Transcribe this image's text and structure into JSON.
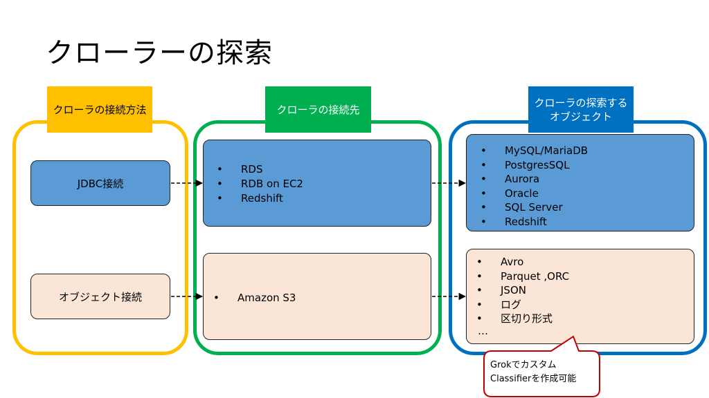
{
  "title": "クローラーの探索",
  "columns": [
    {
      "header": "クローラの接続方法",
      "items": [
        "JDBC接続",
        "オブジェクト接続"
      ]
    },
    {
      "header": "クローラの接続先",
      "jdbc_targets": [
        "RDS",
        "RDB on EC2",
        "Redshift"
      ],
      "object_targets": [
        "Amazon S3"
      ]
    },
    {
      "header_line1": "クローラの探索する",
      "header_line2": "オブジェクト",
      "databases": [
        "MySQL/MariaDB",
        "PostgresSQL",
        "Aurora",
        "Oracle",
        "SQL Server",
        "Redshift"
      ],
      "formats": [
        "Avro",
        "Parquet ,ORC",
        "JSON",
        "ログ",
        "区切り形式"
      ],
      "formats_more": "…"
    }
  ],
  "callout": {
    "line1": "Grokでカスタム",
    "line2": "Classifierを作成可能"
  },
  "colors": {
    "yellow": "#ffc000",
    "green": "#00b050",
    "blue": "#0070c0",
    "box_blue": "#5b9bd5",
    "box_peach": "#fbe5d6",
    "callout_border": "#c00000"
  }
}
